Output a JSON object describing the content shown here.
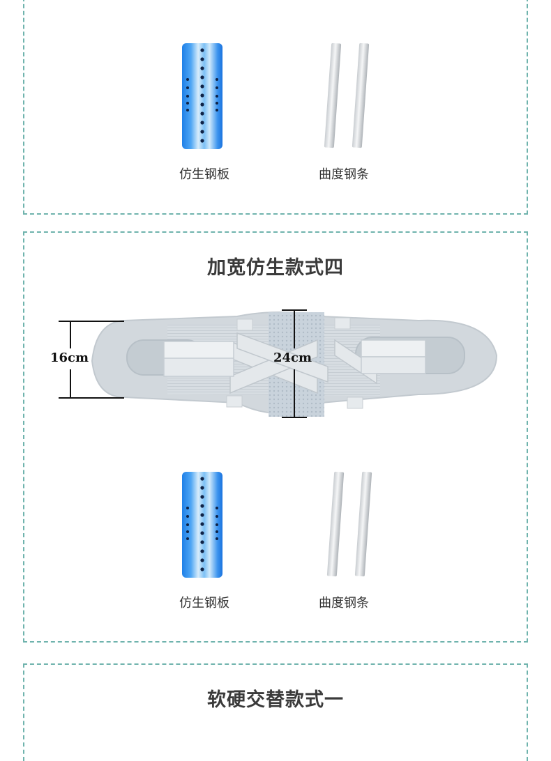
{
  "top_panel": {
    "plate_caption": "仿生钢板",
    "strip_caption": "曲度钢条"
  },
  "middle_panel": {
    "title": "加宽仿生款式四",
    "belt": {
      "height_label": "16cm",
      "center_height_label": "24cm"
    },
    "plate_caption": "仿生钢板",
    "strip_caption": "曲度钢条"
  },
  "bottom_panel": {
    "title": "软硬交替款式一"
  },
  "colors": {
    "dashed_border": "#6fb3ad",
    "plate_blue": "#2f8ef0",
    "belt_gray": "#cdd3d8"
  }
}
